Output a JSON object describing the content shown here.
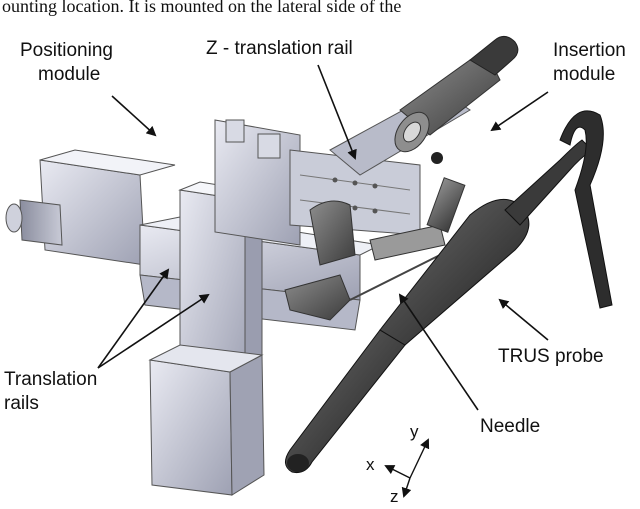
{
  "caption_cut": "ounting location. It is mounted on the lateral side of the",
  "labels": {
    "positioning": [
      "Positioning",
      "module"
    ],
    "z_rail": "Z - translation rail",
    "insertion": [
      "Insertion",
      "module"
    ],
    "translation": [
      "Translation",
      "rails"
    ],
    "trus": "TRUS probe",
    "needle": "Needle"
  },
  "axes": {
    "x": "x",
    "y": "y",
    "z": "z"
  }
}
